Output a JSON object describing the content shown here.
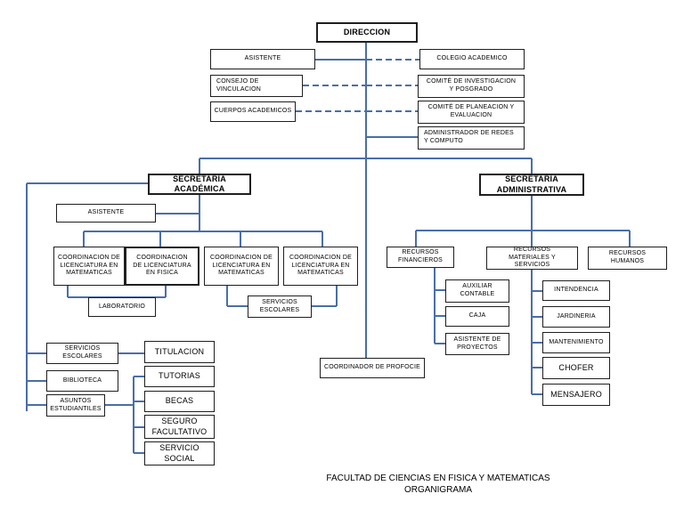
{
  "boxes": {
    "direccion": "DIRECCION",
    "asistente_top": "ASISTENTE",
    "colegio": "COLEGIO ACADEMICO",
    "consejo": "CONSEJO DE VINCULACION",
    "comite_inv": "COMITÉ DE INVESTIGACION Y POSGRADO",
    "cuerpos": "CUERPOS ACADEMICOS",
    "comite_plan": "COMITÉ DE PLANEACION Y EVALUACION",
    "admin_redes": "ADMINISTRADOR DE REDES Y COMPUTO",
    "sec_academica": "SECRETARÍA ACADÉMICA",
    "sec_administrativa": "SECRETARÍA ADMINISTRATIVA",
    "asistente_acad": "ASISTENTE",
    "coord_mat_1": "COORDINACION DE LICENCIATURA EN MATEMATICAS",
    "coord_fis": "COORDINACION DE LICENCIATURA EN FISICA",
    "coord_mat_2": "COORDINACION DE LICENCIATURA EN MATEMATICAS",
    "coord_mat_3": "COORDINACION DE LICENCIATURA EN MATEMATICAS",
    "laboratorio": "LABORATORIO",
    "servicios_escolares_1": "SERVICIOS ESCOLARES",
    "servicios_escolares_2": "SERVICIOS ESCOLARES",
    "biblioteca": "BIBLIOTECA",
    "asuntos": "ASUNTOS ESTUDIANTILES",
    "titulacion": "TITULACION",
    "tutorias": "TUTORIAS",
    "becas": "BECAS",
    "seguro": "SEGURO FACULTATIVO",
    "servicio_social": "SERVICIO SOCIAL",
    "coord_profocie": "COORDINADOR DE PROFOCIE",
    "recursos_fin": "RECURSOS FINANCIEROS",
    "recursos_mat": "RECURSOS MATERIALES Y SERVICIOS",
    "recursos_hum": "RECURSOS HUMANOS",
    "auxiliar": "AUXILIAR CONTABLE",
    "caja": "CAJA",
    "asistente_proy": "ASISTENTE DE PROYECTOS",
    "intendencia": "INTENDENCIA",
    "jardineria": "JARDINERIA",
    "mantenimiento": "MANTENIMIENTO",
    "chofer": "CHOFER",
    "mensajero": "MENSAJERO"
  },
  "caption": {
    "line1": "FACULTAD DE CIENCIAS EN FISICA Y MATEMATICAS",
    "line2": "ORGANIGRAMA"
  },
  "colors": {
    "connector": "#4a6ea8",
    "border": "#1f1f1f"
  }
}
